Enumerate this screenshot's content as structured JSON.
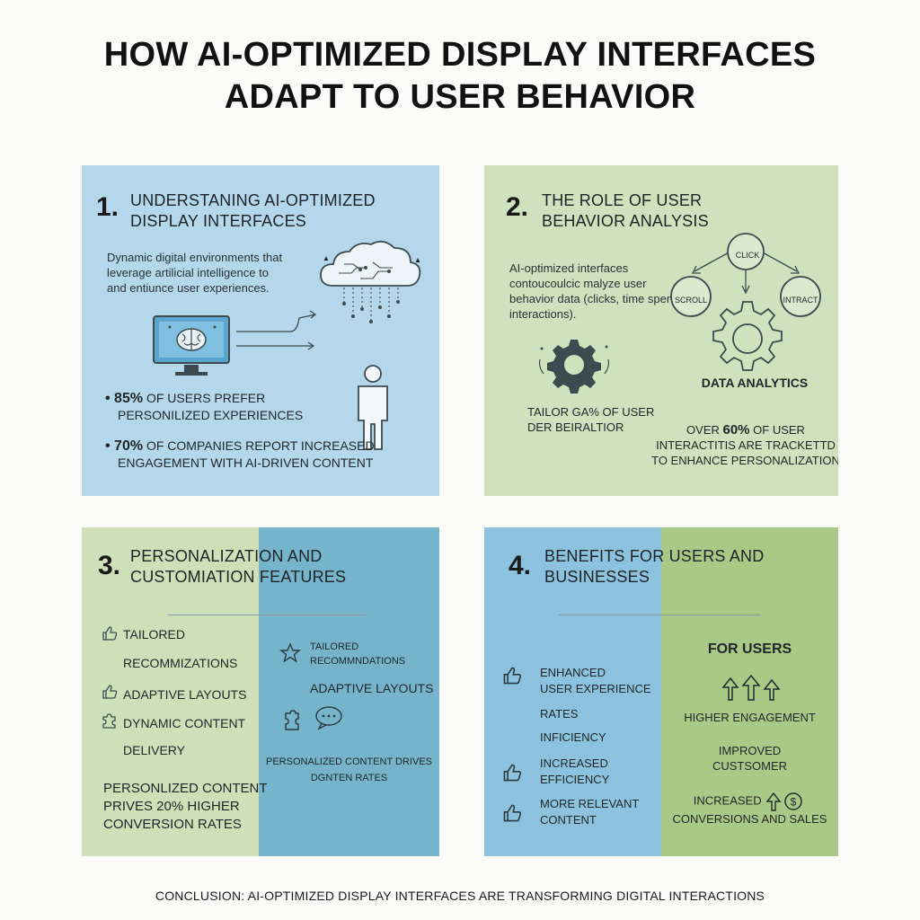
{
  "title": {
    "line1": "HOW AI-OPTIMIZED DISPLAY INTERFACES",
    "line2": "ADAPT TO USER BEHAVIOR"
  },
  "colors": {
    "panel_blue": "#b4d7ec",
    "panel_green": "#cfe2bd",
    "panel_dark_blue": "#76b4cc",
    "panel_mid_green": "#a9c986",
    "icon_stroke": "#3d4a4f"
  },
  "panel1": {
    "number": "1.",
    "title_line1": "UNDERSTANING AI-OPTIMIZED",
    "title_line2": "DISPLAY INTERFACES",
    "desc_line1": "Dynamic digital environments that",
    "desc_line2": "leverage artilicial intelligence to",
    "desc_line3": "and entiunce user experiences.",
    "stat1_value": "• 85%",
    "stat1_text_a": "OF USERS PREFER",
    "stat1_text_b": "PERSONILIZED EXPERIENCES",
    "stat2_value": "• 70%",
    "stat2_text_a": "OF COMPANIES REPORT INCREASED",
    "stat2_text_b": "ENGAGEMENT WITH AI-DRIVEN CONTENT",
    "icons": [
      "monitor-brain-icon",
      "cloud-network-icon",
      "person-icon"
    ]
  },
  "panel2": {
    "number": "2.",
    "title_line1": "THE ROLE OF USER",
    "title_line2": "BEHAVIOR ANALYSIS",
    "desc_line1": "AI-optimized interfaces",
    "desc_line2": "contoucoulcic malyze user",
    "desc_line3": "behavior data (clicks, time spent,",
    "desc_line4": "interactions).",
    "node_click": "CLICK",
    "node_scroll": "SCROLL",
    "node_interact": "INTRACT",
    "data_analytics": "DATA ANALYTICS",
    "tailor_line1": "TAILOR GA% OF USER",
    "tailor_line2": "DER BEIRALTIOR",
    "over_prefix": "OVER",
    "over_value": "60%",
    "over_suffix": "OF USER",
    "over_line2": "INTERACTITIS ARE TRACKETTD",
    "over_line3": "TO ENHANCE PERSONALIZATION",
    "icons": [
      "gear-icon",
      "large-gear-icon"
    ]
  },
  "panel3": {
    "number": "3.",
    "title_line1": "PERSONALIZATION AND",
    "title_line2": "CUSTOMIATION FEATURES",
    "left_items": [
      {
        "icon": "thumbs-up-icon",
        "line1": "TAILORED",
        "line2": "RECOMMIZATIONS"
      },
      {
        "icon": "thumbs-up-icon",
        "line1": "ADAPTIVE LAYOUTS",
        "line2": ""
      },
      {
        "icon": "puzzle-icon",
        "line1": "DYNAMIC CONTENT",
        "line2": "DELIVERY"
      }
    ],
    "left_stat_line1": "PERSONLIZED CONTENT",
    "left_stat_line2": "PRIVES 20% HIGHER",
    "left_stat_line3": "CONVERSION RATES",
    "right_tailored_line1": "TAILORED",
    "right_tailored_line2": "RECOMMNDATIONS",
    "right_adaptive": "ADAPTIVE LAYOUTS",
    "right_stat_line1": "PERSONALIZED CONTENT DRIVES",
    "right_stat_line2": "DGNTEN RATES",
    "icons": [
      "star-icon",
      "puzzle-icon",
      "chat-bubble-icon"
    ]
  },
  "panel4": {
    "number": "4.",
    "title_line1": "BENEFITS FOR USERS AND",
    "title_line2": "BUSINESSES",
    "left_items": [
      {
        "icon": "thumbs-up-icon",
        "line1": "ENHANCED",
        "line2": "USER EXPERIENCE"
      },
      {
        "icon": "",
        "line1": "RATES",
        "line2": ""
      },
      {
        "icon": "",
        "line1": "INFICIENCY",
        "line2": ""
      },
      {
        "icon": "thumbs-up-icon",
        "line1": "INCREASED",
        "line2": "EFFICIENCY"
      },
      {
        "icon": "thumbs-up-icon",
        "line1": "MORE RELEVANT",
        "line2": "CONTENT"
      }
    ],
    "for_users": "FOR USERS",
    "higher_engagement": "HIGHER ENGAGEMENT",
    "improved_line1": "IMPROVED",
    "improved_line2": "CUSTSOMER",
    "increased_line1": "INCREASED",
    "increased_line2": "CONVERSIONS AND SALES",
    "icons": [
      "up-arrows-icon",
      "dollar-up-icon"
    ]
  },
  "conclusion": "CONCLUSION: AI-OPTIMIZED DISPLAY INTERFACES ARE TRANSFORMING DIGITAL INTERACTIONS"
}
